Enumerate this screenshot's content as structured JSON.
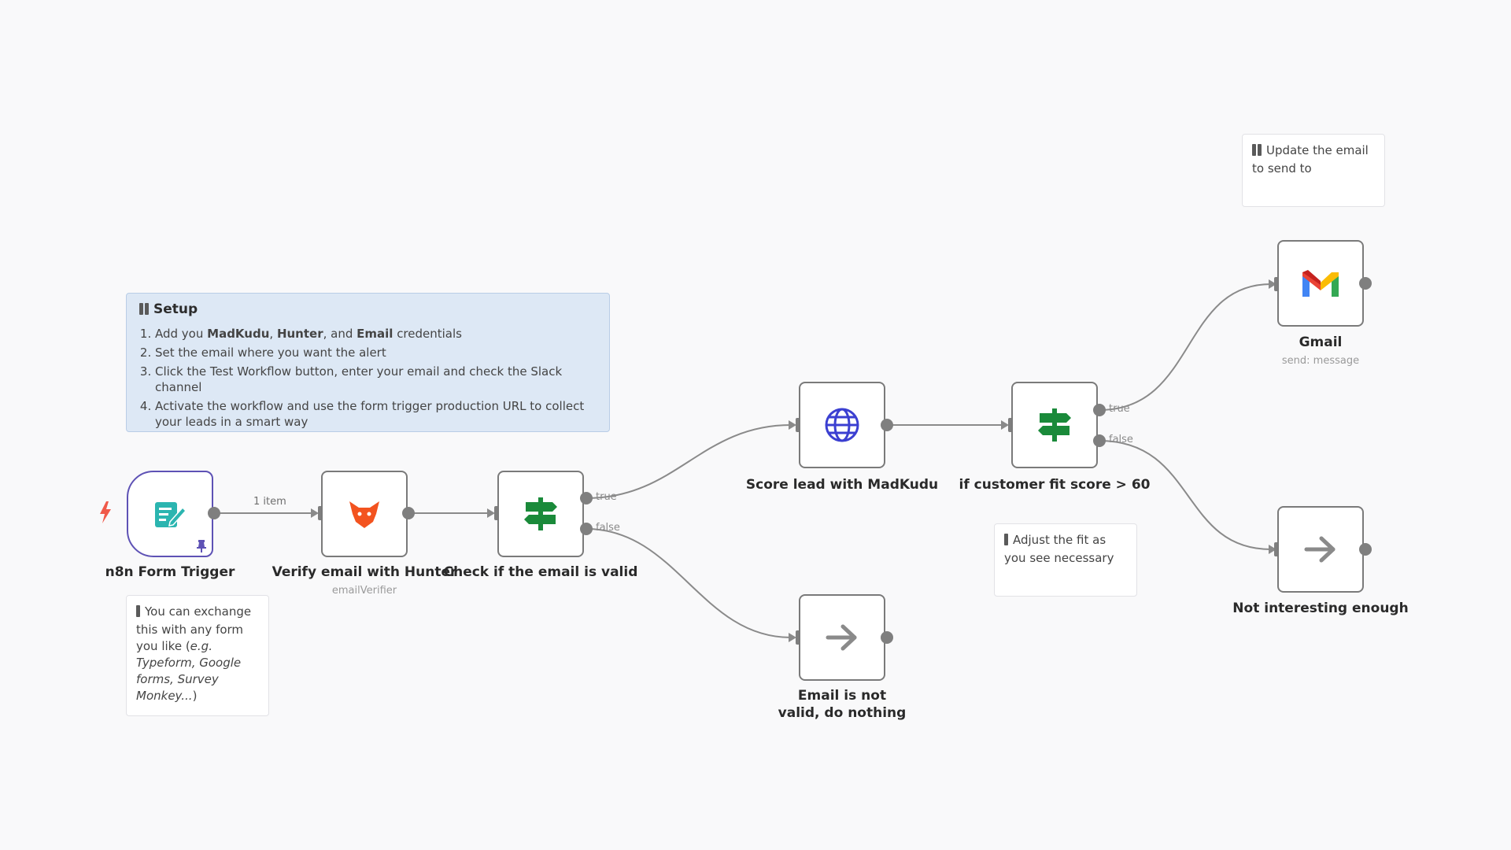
{
  "nodes": {
    "form_trigger": {
      "label": "n8n Form Trigger"
    },
    "hunter": {
      "label": "Verify email with Hunter",
      "subtitle": "emailVerifier"
    },
    "check_email": {
      "label": "Check if the email is valid",
      "true_label": "true",
      "false_label": "false"
    },
    "madkudu": {
      "label": "Score lead with MadKudu"
    },
    "fit_score": {
      "label": "if customer fit score > 60",
      "true_label": "true",
      "false_label": "false"
    },
    "gmail": {
      "label": "Gmail",
      "subtitle": "send: message"
    },
    "not_interesting": {
      "label": "Not interesting enough"
    },
    "not_valid": {
      "label": "Email is not valid, do nothing"
    }
  },
  "edges": {
    "trigger_to_hunter": "1 item"
  },
  "stickies": {
    "setup": {
      "title": "Setup",
      "steps": [
        {
          "pre": "Add you ",
          "b1": "MadKudu",
          "s1": ", ",
          "b2": "Hunter",
          "s2": ", and ",
          "b3": "Email",
          "post": " credentials"
        },
        {
          "text": "Set the email where you want the alert"
        },
        {
          "text": "Click the Test Workflow button, enter your email and check the Slack channel"
        },
        {
          "text": "Activate the workflow and use the form trigger production URL to collect your leads in a smart way"
        }
      ]
    },
    "exchange": {
      "plain": "You can exchange this with any form you like (",
      "italic": "e.g. Typeform, Google forms, Survey Monkey...",
      "end": ")"
    },
    "update_email": {
      "text": "Update the email to send to"
    },
    "adjust_fit": {
      "text": "Adjust the fit as you see necessary"
    }
  },
  "colors": {
    "trigger_border": "#5e52b5",
    "form_icon": "#2bb5b0",
    "hunter": "#f3531f",
    "if_icon": "#1a8a3a",
    "http_icon": "#3b3fd1",
    "arrow_icon": "#8a8a8a",
    "bolt": "#f05a4a",
    "pin": "#5e52b5",
    "wire": "#8a8a8a",
    "setup_bg": "#dde8f5"
  },
  "icons": {
    "form_trigger": "form-edit-icon",
    "hunter": "hunter-fox-icon",
    "check_email": "signpost-icon",
    "madkudu": "globe-icon",
    "fit_score": "signpost-icon",
    "gmail": "gmail-icon",
    "not_interesting": "arrow-right-icon",
    "not_valid": "arrow-right-icon",
    "trigger_bolt": "lightning-bolt-icon",
    "pin": "pin-icon"
  }
}
